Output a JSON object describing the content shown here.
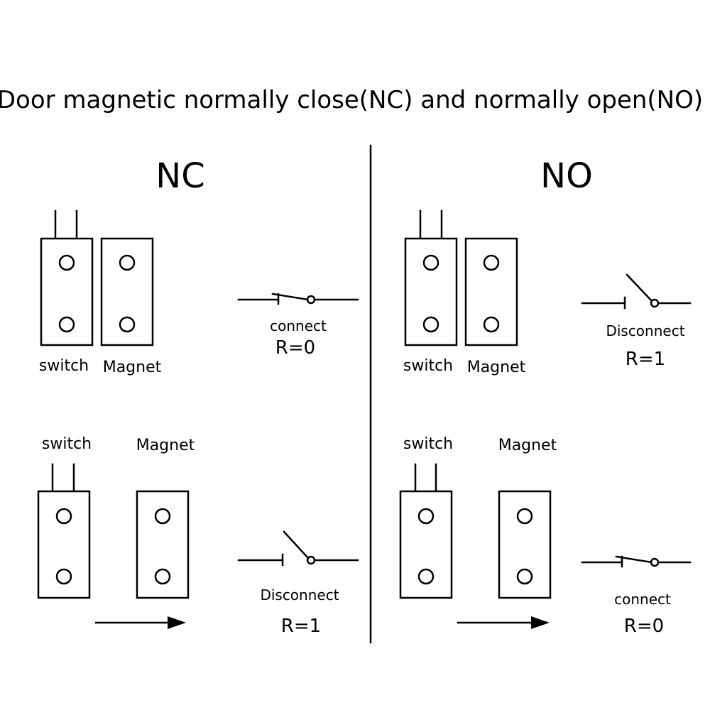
{
  "title": "Door magnetic normally close(NC) and normally open(NO)",
  "nc": {
    "heading": "NC",
    "top": {
      "switch_label": "switch",
      "magnet_label": "Magnet",
      "state": "connect",
      "resistance": "R=0"
    },
    "bottom": {
      "switch_label": "switch",
      "magnet_label": "Magnet",
      "state": "Disconnect",
      "resistance": "R=1"
    }
  },
  "no": {
    "heading": "NO",
    "top": {
      "switch_label": "switch",
      "magnet_label": "Magnet",
      "state": "Disconnect",
      "resistance": "R=1"
    },
    "bottom": {
      "switch_label": "switch",
      "magnet_label": "Magnet",
      "state": "connect",
      "resistance": "R=0"
    }
  },
  "colors": {
    "ink": "#000000",
    "background": "#ffffff"
  }
}
